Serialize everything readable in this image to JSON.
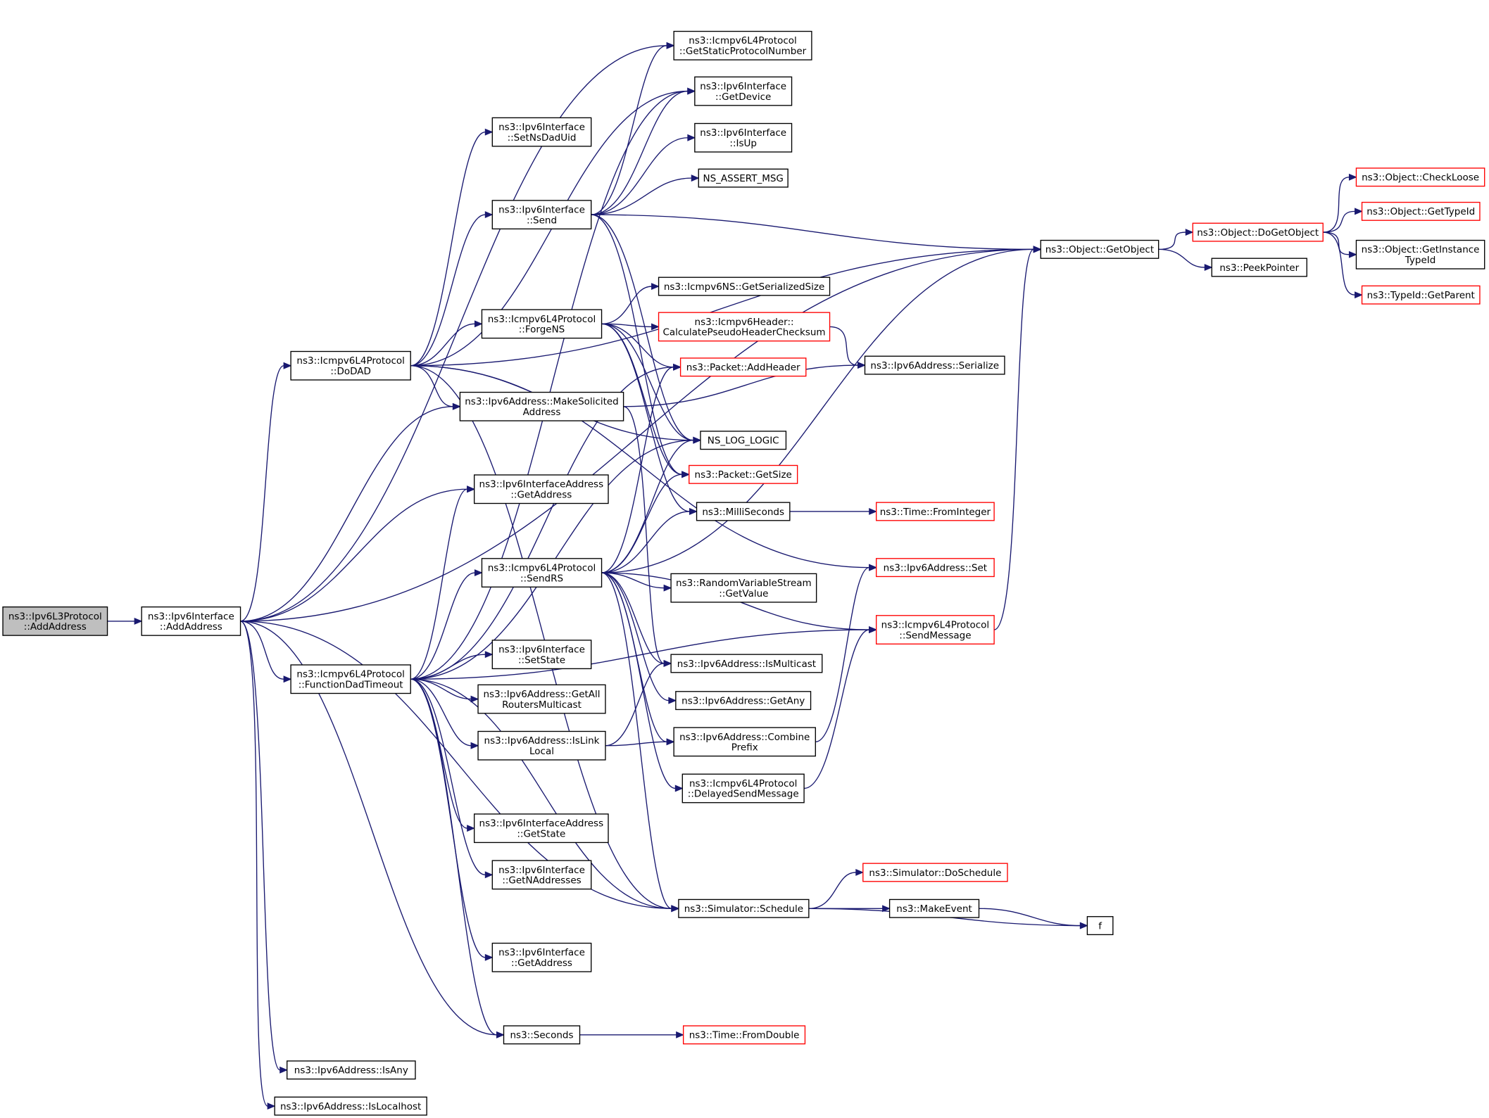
{
  "graph": {
    "nodes": [
      {
        "id": "root",
        "lines": [
          "ns3::Ipv6L3Protocol",
          "::AddAddress"
        ],
        "style": "root"
      },
      {
        "id": "iface_add",
        "lines": [
          "ns3::Ipv6Interface",
          "::AddAddress"
        ],
        "style": "normal"
      },
      {
        "id": "dodad",
        "lines": [
          "ns3::Icmpv6L4Protocol",
          "::DoDAD"
        ],
        "style": "normal"
      },
      {
        "id": "fdad",
        "lines": [
          "ns3::Icmpv6L4Protocol",
          "::FunctionDadTimeout"
        ],
        "style": "normal"
      },
      {
        "id": "isany",
        "lines": [
          "ns3::Ipv6Address::IsAny"
        ],
        "style": "normal"
      },
      {
        "id": "islocalhost",
        "lines": [
          "ns3::Ipv6Address::IsLocalhost"
        ],
        "style": "normal"
      },
      {
        "id": "getstatic",
        "lines": [
          "ns3::Icmpv6L4Protocol",
          "::GetStaticProtocolNumber"
        ],
        "style": "normal"
      },
      {
        "id": "getdevice",
        "lines": [
          "ns3::Ipv6Interface",
          "::GetDevice"
        ],
        "style": "normal"
      },
      {
        "id": "setnsdad",
        "lines": [
          "ns3::Ipv6Interface",
          "::SetNsDadUid"
        ],
        "style": "normal"
      },
      {
        "id": "isup",
        "lines": [
          "ns3::Ipv6Interface",
          "::IsUp"
        ],
        "style": "normal"
      },
      {
        "id": "nsassert",
        "lines": [
          "NS_ASSERT_MSG"
        ],
        "style": "normal"
      },
      {
        "id": "send",
        "lines": [
          "ns3::Ipv6Interface",
          "::Send"
        ],
        "style": "normal"
      },
      {
        "id": "getobject",
        "lines": [
          "ns3::Object::GetObject"
        ],
        "style": "normal"
      },
      {
        "id": "dogetobject",
        "lines": [
          "ns3::Object::DoGetObject"
        ],
        "style": "red"
      },
      {
        "id": "checkloose",
        "lines": [
          "ns3::Object::CheckLoose"
        ],
        "style": "red"
      },
      {
        "id": "gettypeid",
        "lines": [
          "ns3::Object::GetTypeId"
        ],
        "style": "red"
      },
      {
        "id": "getinstance",
        "lines": [
          "ns3::Object::GetInstance",
          "TypeId"
        ],
        "style": "normal"
      },
      {
        "id": "getparent",
        "lines": [
          "ns3::TypeId::GetParent"
        ],
        "style": "red"
      },
      {
        "id": "peekpointer",
        "lines": [
          "ns3::PeekPointer"
        ],
        "style": "normal"
      },
      {
        "id": "getserialsize",
        "lines": [
          "ns3::Icmpv6NS::GetSerializedSize"
        ],
        "style": "normal"
      },
      {
        "id": "forgens",
        "lines": [
          "ns3::Icmpv6L4Protocol",
          "::ForgeNS"
        ],
        "style": "normal"
      },
      {
        "id": "calcpseudo",
        "lines": [
          "ns3::Icmpv6Header::",
          "CalculatePseudoHeaderChecksum"
        ],
        "style": "red"
      },
      {
        "id": "addheader",
        "lines": [
          "ns3::Packet::AddHeader"
        ],
        "style": "red"
      },
      {
        "id": "serialize",
        "lines": [
          "ns3::Ipv6Address::Serialize"
        ],
        "style": "normal"
      },
      {
        "id": "makesolicited",
        "lines": [
          "ns3::Ipv6Address::MakeSolicited",
          "Address"
        ],
        "style": "normal"
      },
      {
        "id": "nslog",
        "lines": [
          "NS_LOG_LOGIC"
        ],
        "style": "normal"
      },
      {
        "id": "pktgetsize",
        "lines": [
          "ns3::Packet::GetSize"
        ],
        "style": "red"
      },
      {
        "id": "ifaddr_getaddr",
        "lines": [
          "ns3::Ipv6InterfaceAddress",
          "::GetAddress"
        ],
        "style": "normal"
      },
      {
        "id": "millis",
        "lines": [
          "ns3::MilliSeconds"
        ],
        "style": "normal"
      },
      {
        "id": "fromint",
        "lines": [
          "ns3::Time::FromInteger"
        ],
        "style": "red"
      },
      {
        "id": "sendrs",
        "lines": [
          "ns3::Icmpv6L4Protocol",
          "::SendRS"
        ],
        "style": "normal"
      },
      {
        "id": "ipv6set",
        "lines": [
          "ns3::Ipv6Address::Set"
        ],
        "style": "red"
      },
      {
        "id": "rvsgetvalue",
        "lines": [
          "ns3::RandomVariableStream",
          "::GetValue"
        ],
        "style": "normal"
      },
      {
        "id": "sendmessage",
        "lines": [
          "ns3::Icmpv6L4Protocol",
          "::SendMessage"
        ],
        "style": "red"
      },
      {
        "id": "setstate",
        "lines": [
          "ns3::Ipv6Interface",
          "::SetState"
        ],
        "style": "normal"
      },
      {
        "id": "ismulticast",
        "lines": [
          "ns3::Ipv6Address::IsMulticast"
        ],
        "style": "normal"
      },
      {
        "id": "getall",
        "lines": [
          "ns3::Ipv6Address::GetAll",
          "RoutersMulticast"
        ],
        "style": "normal"
      },
      {
        "id": "getany",
        "lines": [
          "ns3::Ipv6Address::GetAny"
        ],
        "style": "normal"
      },
      {
        "id": "islink",
        "lines": [
          "ns3::Ipv6Address::IsLink",
          "Local"
        ],
        "style": "normal"
      },
      {
        "id": "combine",
        "lines": [
          "ns3::Ipv6Address::Combine",
          "Prefix"
        ],
        "style": "normal"
      },
      {
        "id": "delayed",
        "lines": [
          "ns3::Icmpv6L4Protocol",
          "::DelayedSendMessage"
        ],
        "style": "normal"
      },
      {
        "id": "ifaddr_getstate",
        "lines": [
          "ns3::Ipv6InterfaceAddress",
          "::GetState"
        ],
        "style": "normal"
      },
      {
        "id": "getnaddr",
        "lines": [
          "ns3::Ipv6Interface",
          "::GetNAddresses"
        ],
        "style": "normal"
      },
      {
        "id": "doschedule",
        "lines": [
          "ns3::Simulator::DoSchedule"
        ],
        "style": "red"
      },
      {
        "id": "schedule",
        "lines": [
          "ns3::Simulator::Schedule"
        ],
        "style": "normal"
      },
      {
        "id": "makeevent",
        "lines": [
          "ns3::MakeEvent"
        ],
        "style": "normal"
      },
      {
        "id": "f",
        "lines": [
          "f"
        ],
        "style": "normal"
      },
      {
        "id": "iface_getaddr",
        "lines": [
          "ns3::Ipv6Interface",
          "::GetAddress"
        ],
        "style": "normal"
      },
      {
        "id": "seconds",
        "lines": [
          "ns3::Seconds"
        ],
        "style": "normal"
      },
      {
        "id": "fromdouble",
        "lines": [
          "ns3::Time::FromDouble"
        ],
        "style": "red"
      }
    ],
    "edges": [
      [
        "root",
        "iface_add"
      ],
      [
        "iface_add",
        "getstatic"
      ],
      [
        "iface_add",
        "getobject"
      ],
      [
        "iface_add",
        "dodad"
      ],
      [
        "iface_add",
        "makesolicited"
      ],
      [
        "iface_add",
        "ifaddr_getaddr"
      ],
      [
        "iface_add",
        "fdad"
      ],
      [
        "iface_add",
        "schedule"
      ],
      [
        "iface_add",
        "seconds"
      ],
      [
        "iface_add",
        "isany"
      ],
      [
        "iface_add",
        "islocalhost"
      ],
      [
        "dodad",
        "getdevice"
      ],
      [
        "dodad",
        "setnsdad"
      ],
      [
        "dodad",
        "send"
      ],
      [
        "dodad",
        "getobject"
      ],
      [
        "dodad",
        "forgens"
      ],
      [
        "dodad",
        "makesolicited"
      ],
      [
        "dodad",
        "ipv6set"
      ],
      [
        "dodad",
        "nslog"
      ],
      [
        "dodad",
        "schedule"
      ],
      [
        "fdad",
        "getdevice"
      ],
      [
        "fdad",
        "ifaddr_getaddr"
      ],
      [
        "fdad",
        "sendrs"
      ],
      [
        "fdad",
        "nslog"
      ],
      [
        "fdad",
        "sendmessage"
      ],
      [
        "fdad",
        "setstate"
      ],
      [
        "fdad",
        "getall"
      ],
      [
        "fdad",
        "islink"
      ],
      [
        "fdad",
        "ifaddr_getstate"
      ],
      [
        "fdad",
        "getnaddr"
      ],
      [
        "fdad",
        "schedule"
      ],
      [
        "fdad",
        "iface_getaddr"
      ],
      [
        "fdad",
        "seconds"
      ],
      [
        "fdad",
        "addheader"
      ],
      [
        "send",
        "getstatic"
      ],
      [
        "send",
        "getdevice"
      ],
      [
        "send",
        "isup"
      ],
      [
        "send",
        "nsassert"
      ],
      [
        "send",
        "getobject"
      ],
      [
        "send",
        "nslog"
      ],
      [
        "send",
        "pktgetsize"
      ],
      [
        "forgens",
        "getserialsize"
      ],
      [
        "forgens",
        "calcpseudo"
      ],
      [
        "forgens",
        "addheader"
      ],
      [
        "forgens",
        "nslog"
      ],
      [
        "forgens",
        "pktgetsize"
      ],
      [
        "forgens",
        "millis"
      ],
      [
        "calcpseudo",
        "serialize"
      ],
      [
        "makesolicited",
        "serialize"
      ],
      [
        "makesolicited",
        "ismulticast"
      ],
      [
        "sendrs",
        "addheader"
      ],
      [
        "sendrs",
        "nslog"
      ],
      [
        "sendrs",
        "pktgetsize"
      ],
      [
        "sendrs",
        "millis"
      ],
      [
        "sendrs",
        "rvsgetvalue"
      ],
      [
        "sendrs",
        "sendmessage"
      ],
      [
        "sendrs",
        "ismulticast"
      ],
      [
        "sendrs",
        "getany"
      ],
      [
        "sendrs",
        "combine"
      ],
      [
        "sendrs",
        "delayed"
      ],
      [
        "sendrs",
        "schedule"
      ],
      [
        "sendrs",
        "getobject"
      ],
      [
        "millis",
        "fromint"
      ],
      [
        "sendmessage",
        "getobject"
      ],
      [
        "islink",
        "ismulticast"
      ],
      [
        "islink",
        "combine"
      ],
      [
        "combine",
        "ipv6set"
      ],
      [
        "delayed",
        "sendmessage"
      ],
      [
        "getobject",
        "dogetobject"
      ],
      [
        "getobject",
        "peekpointer"
      ],
      [
        "dogetobject",
        "checkloose"
      ],
      [
        "dogetobject",
        "gettypeid"
      ],
      [
        "dogetobject",
        "getinstance"
      ],
      [
        "dogetobject",
        "getparent"
      ],
      [
        "schedule",
        "doschedule"
      ],
      [
        "schedule",
        "makeevent"
      ],
      [
        "schedule",
        "f"
      ],
      [
        "makeevent",
        "f"
      ],
      [
        "seconds",
        "fromdouble"
      ]
    ]
  }
}
